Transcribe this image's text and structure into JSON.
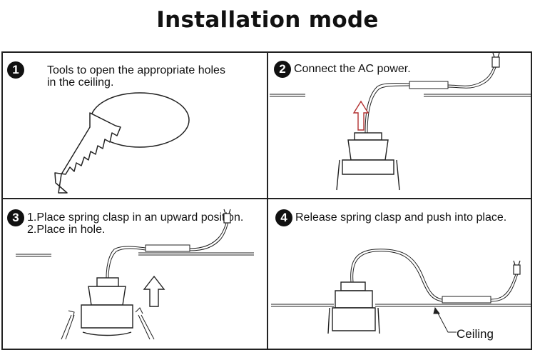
{
  "title": "Installation mode",
  "steps": [
    {
      "number": "1",
      "lines": [
        "Tools to open the appropriate holes",
        "in the ceiling."
      ]
    },
    {
      "number": "2",
      "lines": [
        "Connect the AC power."
      ]
    },
    {
      "number": "3",
      "lines": [
        "1.Place spring clasp in an upward position.",
        "2.Place in hole."
      ]
    },
    {
      "number": "4",
      "lines": [
        "Release spring clasp and push into place."
      ]
    }
  ],
  "labels": {
    "ceiling": "Ceiling"
  },
  "icons": [
    "saw-icon",
    "plug-icon",
    "arrow-up-icon",
    "downlight-icon"
  ]
}
